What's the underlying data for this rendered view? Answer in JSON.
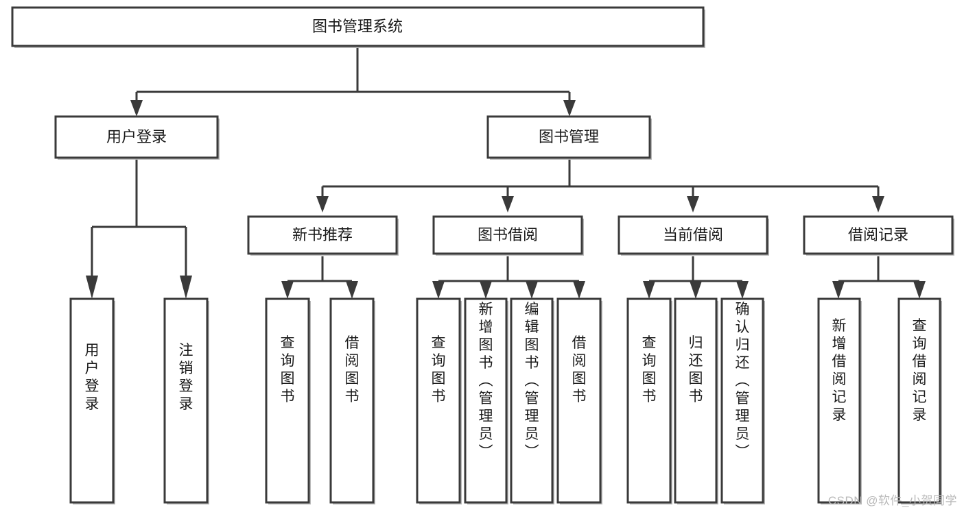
{
  "diagram": {
    "title_node": {
      "label": "图书管理系统",
      "level": 0
    },
    "level1": [
      {
        "id": "user-login",
        "label": "用户登录"
      },
      {
        "id": "book-management",
        "label": "图书管理"
      }
    ],
    "level2": [
      {
        "id": "new-book-recommend",
        "label": "新书推荐",
        "parent": "book-management"
      },
      {
        "id": "book-borrow",
        "label": "图书借阅",
        "parent": "book-management"
      },
      {
        "id": "current-borrow",
        "label": "当前借阅",
        "parent": "book-management"
      },
      {
        "id": "borrow-record",
        "label": "借阅记录",
        "parent": "book-management"
      }
    ],
    "leaves": {
      "user-login": [
        "用户登录",
        "注销登录"
      ],
      "new-book-recommend": [
        "查询图书",
        "借阅图书"
      ],
      "book-borrow": [
        "查询图书",
        "新增图书（管理员）",
        "编辑图书（管理员）",
        "借阅图书"
      ],
      "current-borrow": [
        "查询图书",
        "归还图书",
        "确认归还（管理员）"
      ],
      "borrow-record": [
        "新增借阅记录",
        "查询借阅记录"
      ]
    }
  },
  "watermark": {
    "text": "CSDN @软件_小贺同学"
  },
  "colors": {
    "box_stroke": "#3a3a3a",
    "box_fill": "#ffffff",
    "connector": "#3a3a3a",
    "text": "#1a1a1a",
    "watermark": "#b9b9b9",
    "background": "#ffffff"
  }
}
